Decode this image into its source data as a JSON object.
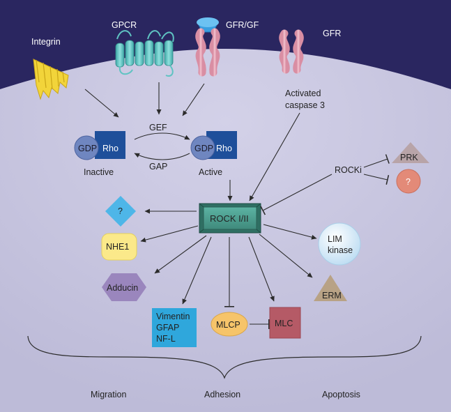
{
  "receptors": {
    "integrin": "Integrin",
    "gpcr": "GPCR",
    "gfr_gf": "GFR/GF",
    "gfr": "GFR"
  },
  "activator": {
    "line1": "Activated",
    "line2": "caspase 3"
  },
  "rho_cycle": {
    "gdp": "GDP",
    "rho": "Rho",
    "gef": "GEF",
    "gap": "GAP",
    "inactive": "Inactive",
    "active": "Active"
  },
  "rock": "ROCK I/II",
  "inhibitor": {
    "label": "ROCKi",
    "prk": "PRK",
    "unknown": "?"
  },
  "targets": {
    "unknown": "?",
    "nhe1": "NHE1",
    "adducin": "Adducin",
    "vimentin": "Vimentin",
    "gfap": "GFAP",
    "nfl": "NF-L",
    "mlcp": "MLCP",
    "mlc": "MLC",
    "erm": "ERM",
    "lim_line1": "LIM",
    "lim_line2": "kinase"
  },
  "outcomes": {
    "migration": "Migration",
    "adhesion": "Adhesion",
    "apoptosis": "Apoptosis"
  },
  "colors": {
    "outside": "#2a2660",
    "cell": "#c5c3dd",
    "rho_square": "#1e4f9a",
    "gdp_circle": "#6f86c0",
    "rock_fill": "#4a9c8c",
    "diamond": "#4eb6e8",
    "nhe1": "#fbe98a",
    "adducin": "#9a86bd",
    "filaments": "#2fa7dc",
    "mlcp": "#f6c46a",
    "mlc": "#b55a66",
    "erm": "#b8a285",
    "lim": "#d6ebf7",
    "prk": "#b8a4a8",
    "unknown_circle": "#e38a78",
    "integrin": "#f2d43a",
    "gpcr": "#5fc3c2",
    "gfr": "#e5a6b6",
    "ligand": "#3a9fe0"
  }
}
